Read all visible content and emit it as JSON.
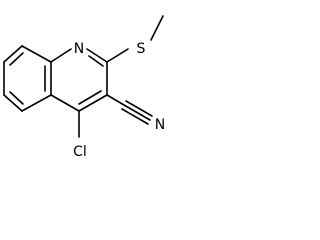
{
  "molecule": {
    "atoms": {
      "nitrogen_ring": "N",
      "sulfur": "S",
      "chlorine": "Cl",
      "nitrogen_nitrile": "N"
    }
  },
  "colors": {
    "bond": "#000000",
    "label": "#000000",
    "background": "#ffffff"
  }
}
